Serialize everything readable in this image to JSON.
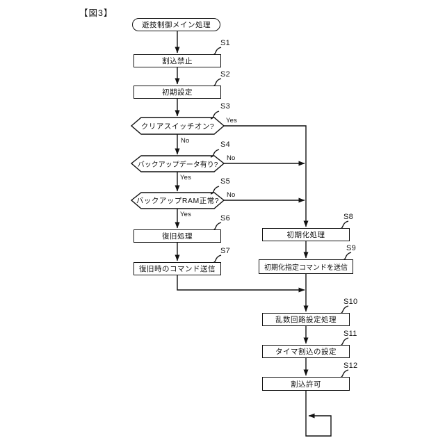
{
  "figure_title": "【図3】",
  "flowchart": {
    "start_label": "遊技制御メイン処理",
    "nodes": [
      {
        "id": "S1",
        "label": "割込禁止"
      },
      {
        "id": "S2",
        "label": "初期設定"
      },
      {
        "id": "S3",
        "label": "クリアスイッチオン?"
      },
      {
        "id": "S4",
        "label": "バックアップデータ有り?"
      },
      {
        "id": "S5",
        "label": "バックアップRAM正常?"
      },
      {
        "id": "S6",
        "label": "復旧処理"
      },
      {
        "id": "S7",
        "label": "復旧時のコマンド送信"
      },
      {
        "id": "S8",
        "label": "初期化処理"
      },
      {
        "id": "S9",
        "label": "初期化指定コマンドを送信"
      },
      {
        "id": "S10",
        "label": "乱数回路設定処理"
      },
      {
        "id": "S11",
        "label": "タイマ割込の設定"
      },
      {
        "id": "S12",
        "label": "割込許可"
      }
    ],
    "branches": {
      "s3_yes": "Yes",
      "s3_no": "No",
      "s4_no": "No",
      "s4_yes": "Yes",
      "s5_no": "No",
      "s5_yes": "Yes"
    },
    "line_color": "#1a1a1a"
  }
}
